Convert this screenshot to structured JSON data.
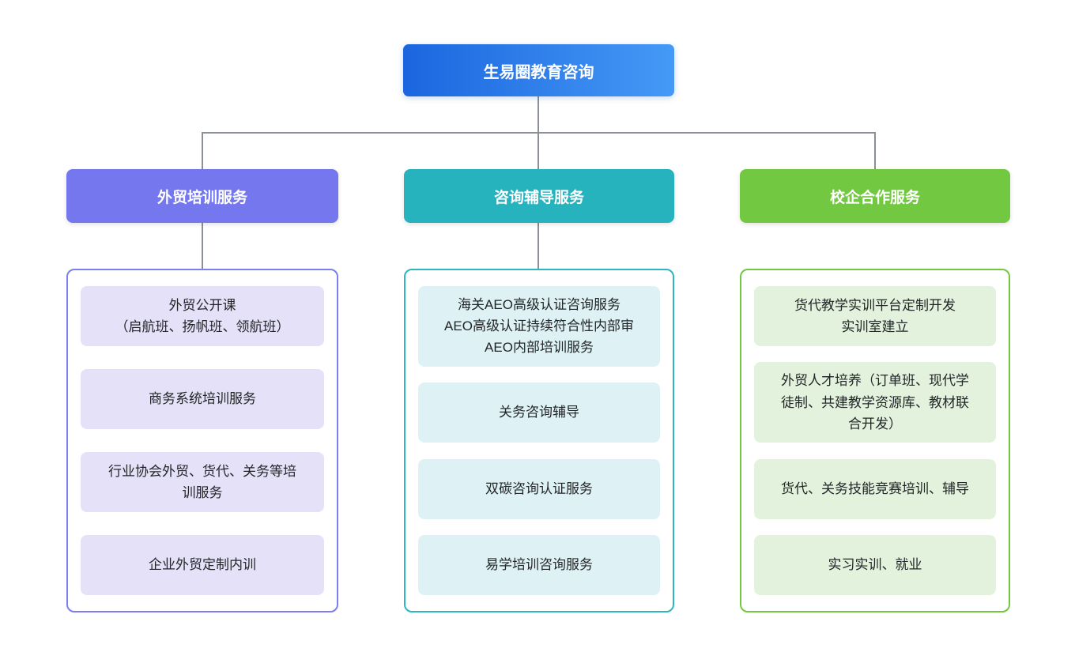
{
  "root": {
    "label": "生易圈教育咨询",
    "gradient_from": "#1B66DF",
    "gradient_to": "#4599F6",
    "text_color": "#FFFFFF"
  },
  "connector_color": "#8A9096",
  "branches": [
    {
      "label": "外贸培训服务",
      "header_color": "#7577EE",
      "border_color": "#7B7DF0",
      "item_bg": "#E4E1F8",
      "items": [
        "外贸公开课\n（启航班、扬帆班、领航班）",
        "商务系统培训服务",
        "行业协会外贸、货代、关务等培\n训服务",
        "企业外贸定制内训"
      ]
    },
    {
      "label": "咨询辅导服务",
      "header_color": "#26B3BE",
      "border_color": "#2BB6C1",
      "item_bg": "#DEF1F4",
      "items": [
        "海关AEO高级认证咨询服务\nAEO高级认证持续符合性内部审\nAEO内部培训服务",
        "关务咨询辅导",
        "双碳咨询认证服务",
        "易学培训咨询服务"
      ]
    },
    {
      "label": "校企合作服务",
      "header_color": "#72C840",
      "border_color": "#72C840",
      "item_bg": "#E2F2DC",
      "items": [
        "货代教学实训平台定制开发\n实训室建立",
        "外贸人才培养（订单班、现代学\n徒制、共建教学资源库、教材联\n合开发）",
        "货代、关务技能竞赛培训、辅导",
        "实习实训、就业"
      ]
    }
  ]
}
